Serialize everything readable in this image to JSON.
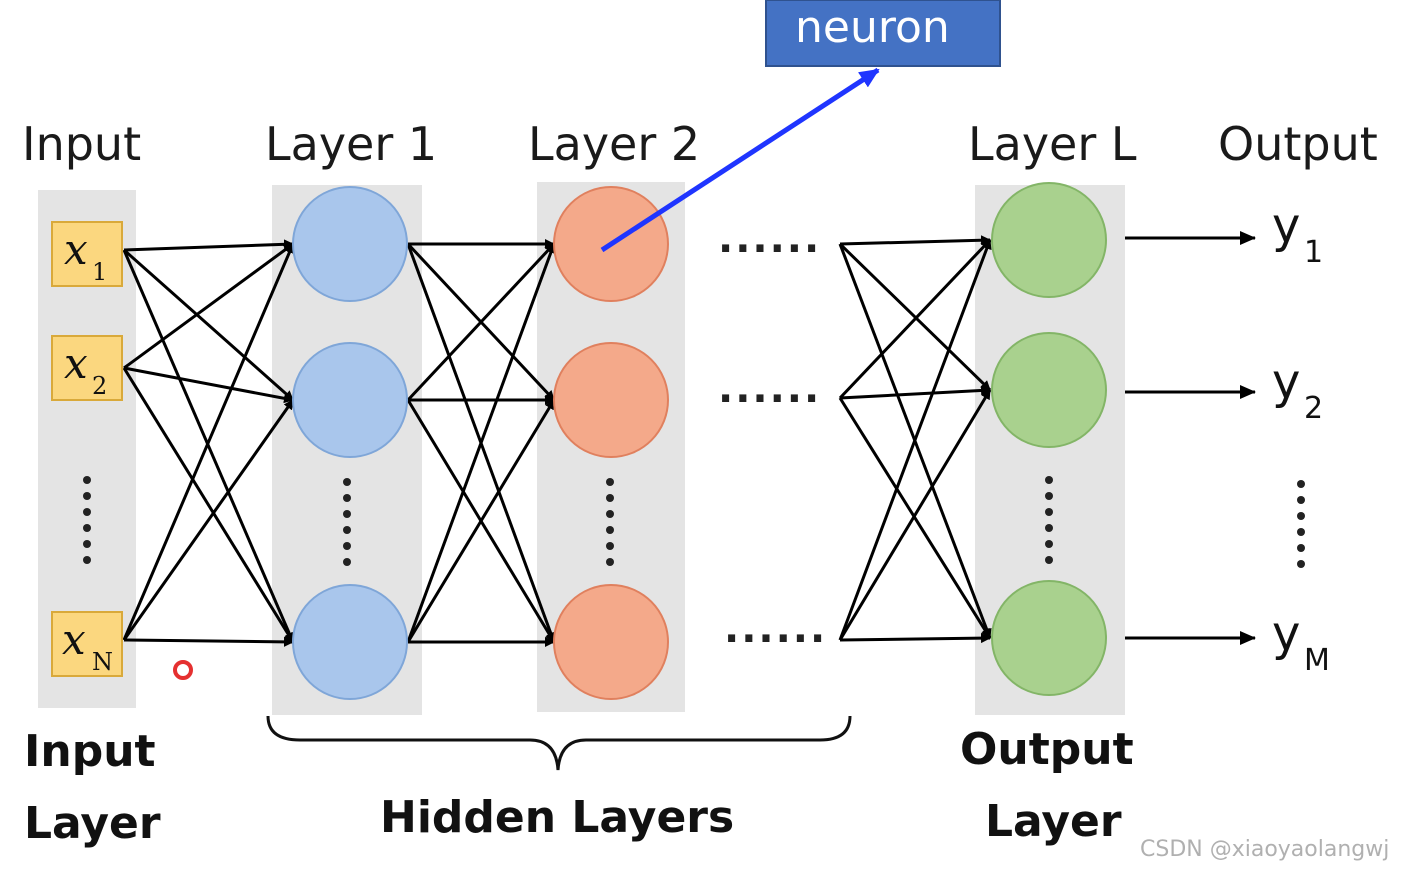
{
  "headers": {
    "input": "Input",
    "layer1": "Layer 1",
    "layer2": "Layer 2",
    "layerL": "Layer L",
    "output": "Output"
  },
  "callout": "neuron",
  "inputs": [
    {
      "base": "x",
      "sub": "1"
    },
    {
      "base": "x",
      "sub": "2"
    },
    {
      "base": "x",
      "sub": "N"
    }
  ],
  "outputs": [
    {
      "base": "y",
      "sub": "1"
    },
    {
      "base": "y",
      "sub": "2"
    },
    {
      "base": "y",
      "sub": "M"
    }
  ],
  "ellipsis_h": "......",
  "bottom": {
    "input_layer_line1": "Input",
    "input_layer_line2": "Layer",
    "hidden_layers": "Hidden Layers",
    "output_layer_line1": "Output",
    "output_layer_line2": "Layer"
  },
  "watermark": "CSDN @xiaoyaolangwj",
  "colors": {
    "input_box": "#fbd77f",
    "layer1_node": "#a9c6ec",
    "layer2_node": "#f4a98a",
    "layerL_node": "#a9d18e",
    "column_bg": "#e4e4e4",
    "callout_bg": "#4472c4",
    "callout_arrow": "#1f35ff"
  }
}
